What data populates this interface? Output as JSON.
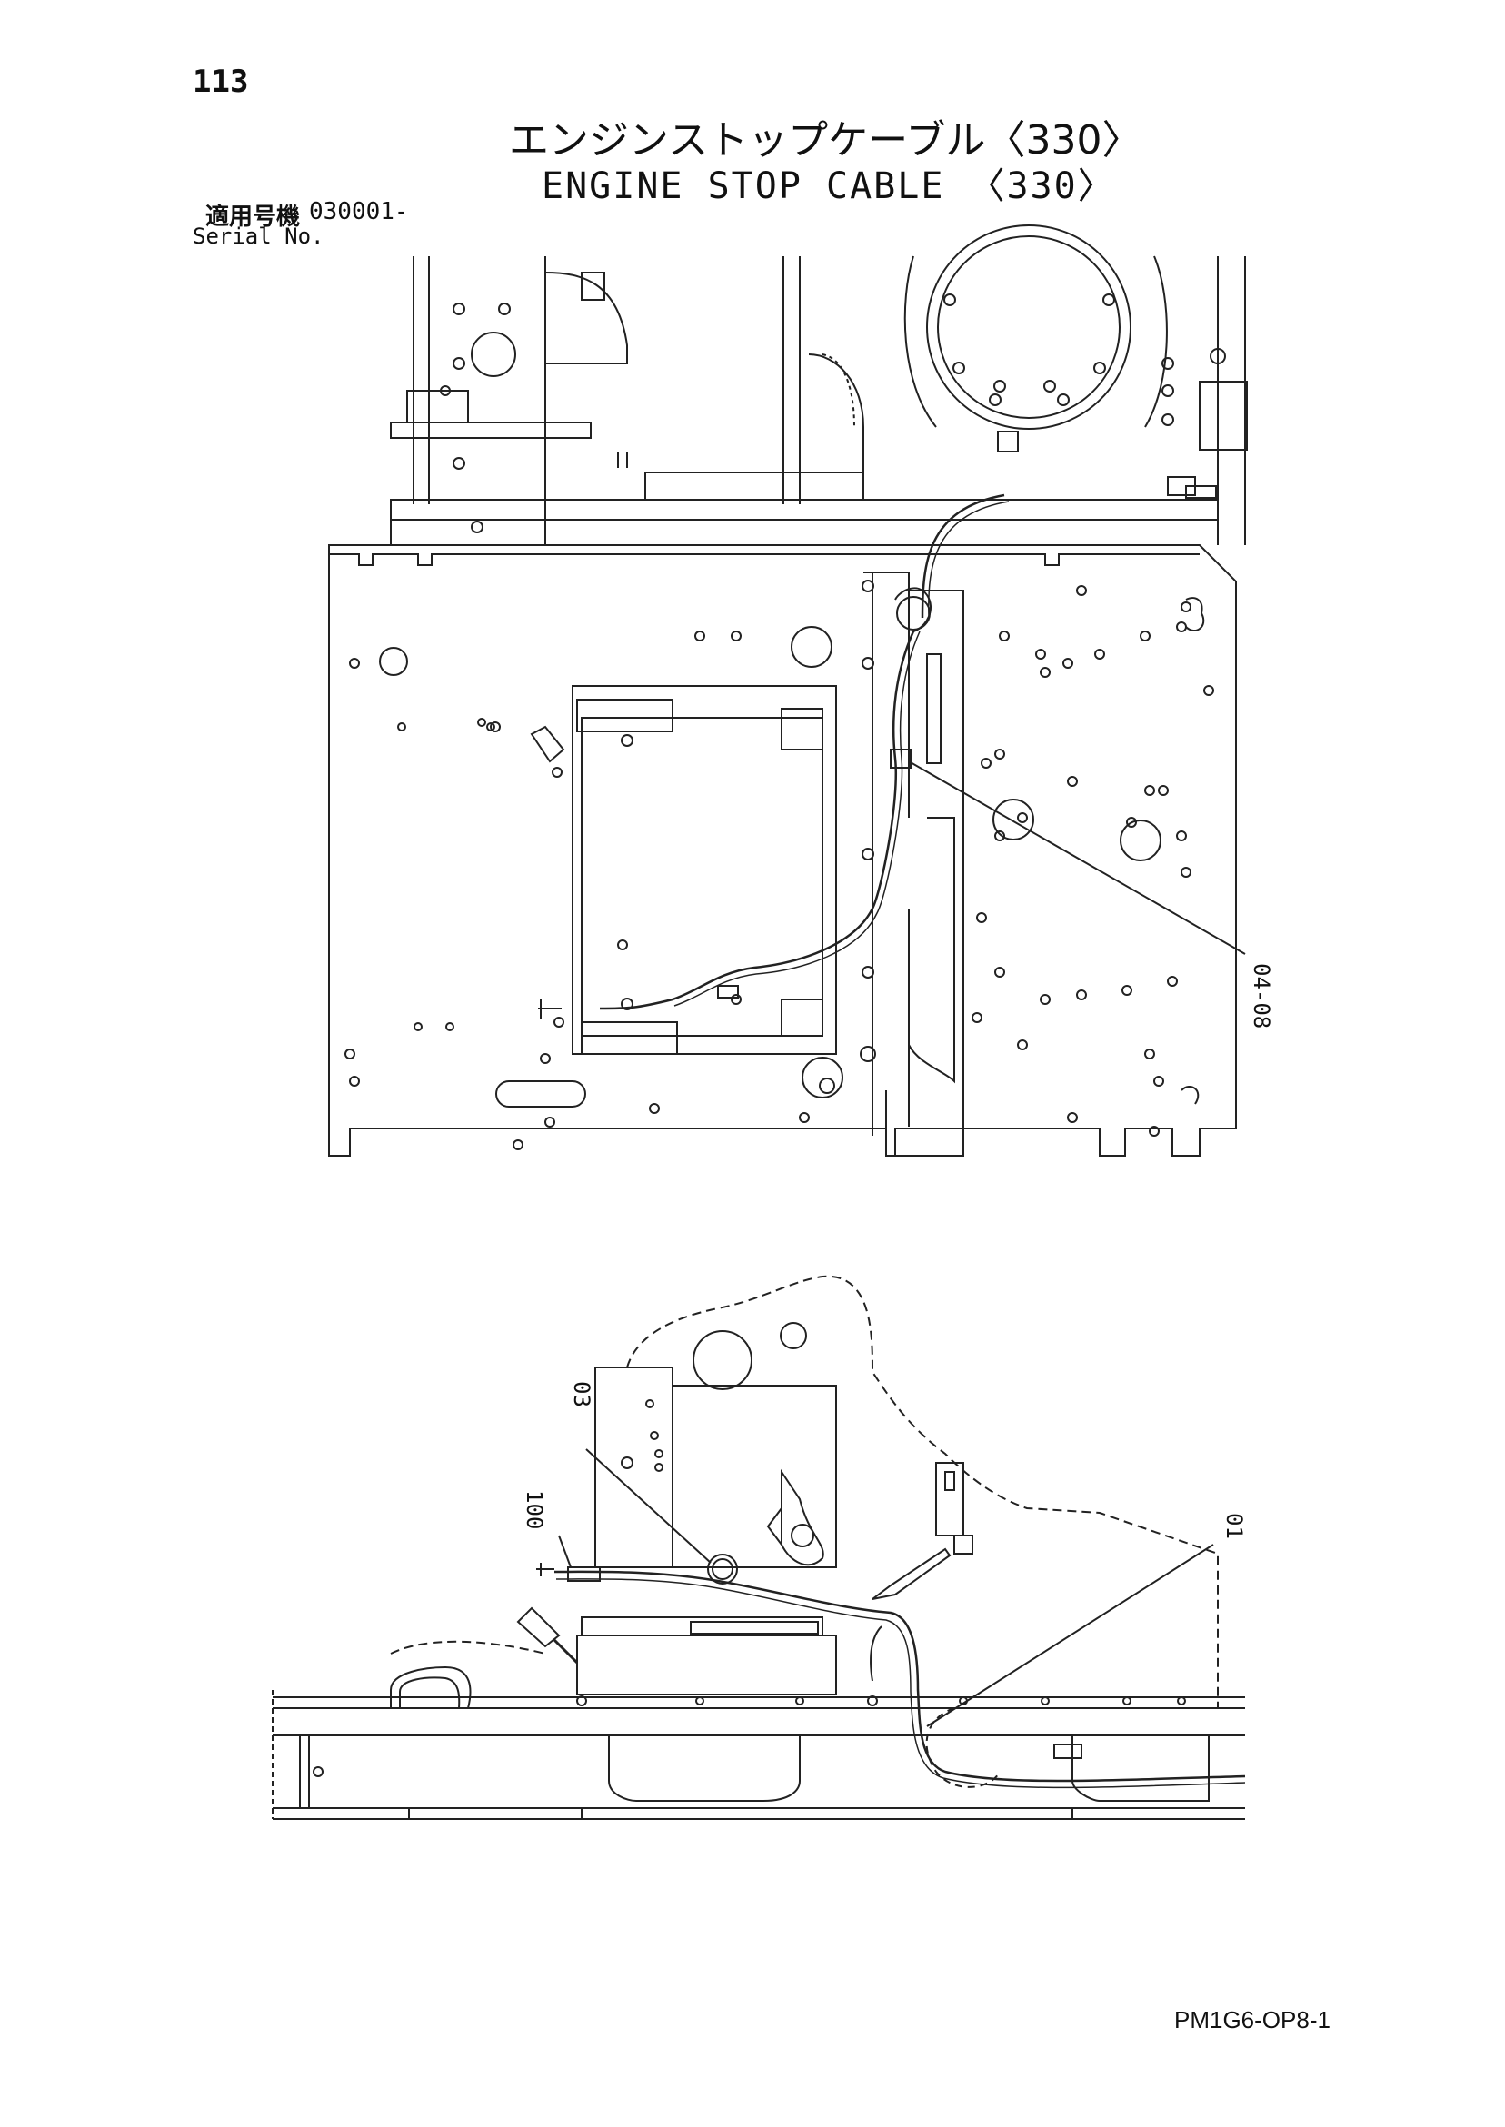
{
  "header": {
    "page_number": "113",
    "title_ja": "エンジンストップケーブル〈330〉",
    "title_en": "ENGINE STOP CABLE 〈330〉",
    "serial_label_ja": "適用号機",
    "serial_value": "030001-",
    "serial_label_en": "Serial No."
  },
  "callouts": {
    "part_04_08": "04-08",
    "part_03": "03",
    "part_100": "100",
    "part_01": "01"
  },
  "footer": {
    "doc_code": "PM1G6-OP8-1"
  }
}
